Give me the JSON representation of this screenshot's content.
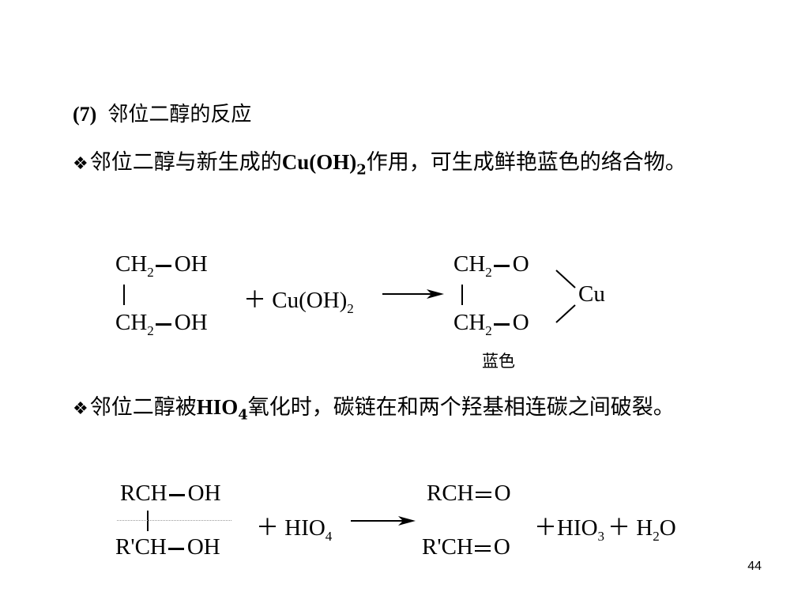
{
  "section": {
    "number": "(7)",
    "title": "邻位二醇的反应"
  },
  "bullet1": {
    "before": "邻位二醇与新生成的",
    "reagent": "Cu(OH)",
    "reagent_sub": "2",
    "after": "作用，可生成鲜艳蓝色的络合物。"
  },
  "eq1": {
    "r_top_a": "CH",
    "r_top_sub": "2",
    "r_top_b": "OH",
    "r_bot_a": "CH",
    "r_bot_sub": "2",
    "r_bot_b": "OH",
    "plus_reagent": "＋ Cu(OH)",
    "plus_reagent_sub": "2",
    "p_top_a": "CH",
    "p_top_sub": "2",
    "p_top_b": "O",
    "p_bot_a": "CH",
    "p_bot_sub": "2",
    "p_bot_b": "O",
    "metal": "Cu",
    "product_label": "蓝色"
  },
  "bullet2": {
    "before": "邻位二醇被",
    "reagent": "HIO",
    "reagent_sub": "4",
    "after": "氧化时，碳链在和两个羟基相连碳之间破裂。"
  },
  "eq2": {
    "r_top_a": "RCH",
    "r_top_b": "OH",
    "r_bot_a": "R'CH",
    "r_bot_b": "OH",
    "plus_reagent": "＋ HIO",
    "plus_reagent_sub": "4",
    "p_top_a": "RCH",
    "p_top_b": "O",
    "p_bot_a": "R'CH",
    "p_bot_b": "O",
    "by1": "＋HIO",
    "by1_sub": "3",
    "by2": "＋ H",
    "by2_sub": "2",
    "by2_tail": "O"
  },
  "page_number": "44"
}
